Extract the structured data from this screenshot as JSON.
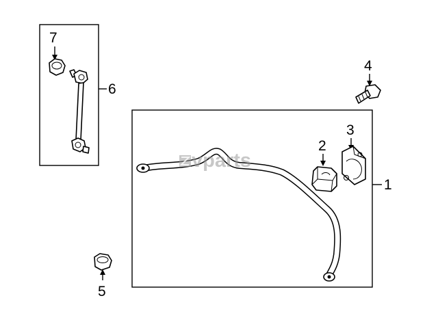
{
  "diagram": {
    "watermark": "vparts",
    "callouts": {
      "c1": "1",
      "c2": "2",
      "c3": "3",
      "c4": "4",
      "c5": "5",
      "c6": "6",
      "c7": "7"
    }
  }
}
